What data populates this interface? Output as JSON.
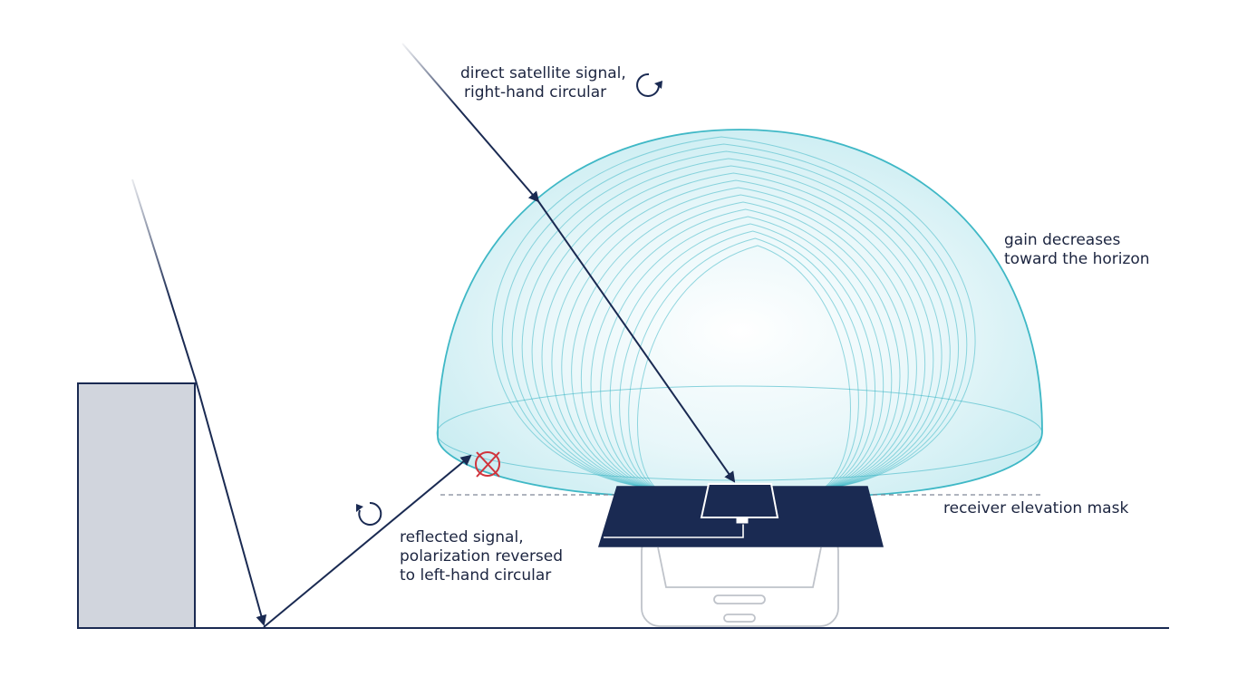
{
  "colors": {
    "navy": "#1a2a52",
    "lobe": "#3fb8c6",
    "building": "#d1d5dd",
    "error": "#d0343c",
    "phone": "#bfc3ca",
    "text": "#1c2540"
  },
  "icons": {
    "direct_polarization": "clockwise-arrow-icon",
    "reflected_polarization": "counterclockwise-arrow-icon",
    "rejected_reflection": "x-circle-icon"
  },
  "labels": {
    "direct": [
      "direct satellite signal,",
      "right-hand circular"
    ],
    "gain": [
      "gain decreases",
      "toward the horizon"
    ],
    "mask": "receiver elevation mask",
    "reflected": [
      "reflected signal,",
      "polarization reversed",
      "to left-hand circular"
    ]
  }
}
